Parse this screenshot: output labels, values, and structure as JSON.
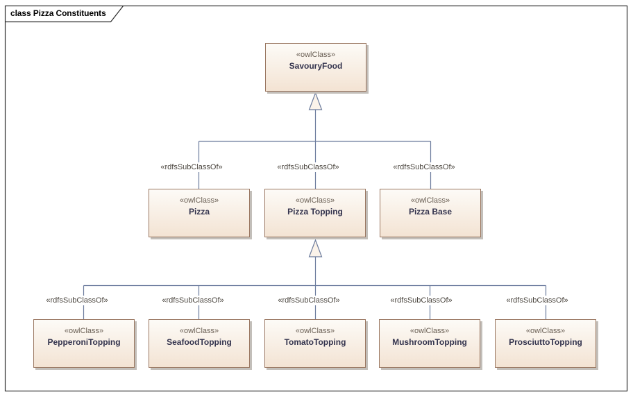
{
  "diagram": {
    "title": "class Pizza Constituents"
  },
  "classes": [
    {
      "stereotype": "«owlClass»",
      "name": "SavouryFood"
    },
    {
      "stereotype": "«owlClass»",
      "name": "Pizza"
    },
    {
      "stereotype": "«owlClass»",
      "name": "Pizza Topping"
    },
    {
      "stereotype": "«owlClass»",
      "name": "Pizza Base"
    },
    {
      "stereotype": "«owlClass»",
      "name": "PepperoniTopping"
    },
    {
      "stereotype": "«owlClass»",
      "name": "SeafoodTopping"
    },
    {
      "stereotype": "«owlClass»",
      "name": "TomatoTopping"
    },
    {
      "stereotype": "«owlClass»",
      "name": "MushroomTopping"
    },
    {
      "stereotype": "«owlClass»",
      "name": "ProsciuttoTopping"
    }
  ],
  "connector_labels": [
    "«rdfsSubClassOf»",
    "«rdfsSubClassOf»",
    "«rdfsSubClassOf»",
    "«rdfsSubClassOf»",
    "«rdfsSubClassOf»",
    "«rdfsSubClassOf»",
    "«rdfsSubClassOf»",
    "«rdfsSubClassOf»"
  ],
  "colors": {
    "frame_border": "#2a2a2a",
    "title_text": "#000000",
    "box_fill_top": "#fdfbf7",
    "box_fill_bottom": "#f3e3d3",
    "box_border": "#997660",
    "box_shadow": "#c3bfba",
    "connector_line": "#6b7b9d",
    "arrow_fill": "#fbf3ea",
    "stereotype_text": "#6a5f54",
    "class_name_text": "#33334d",
    "label_text": "#4b463f"
  }
}
